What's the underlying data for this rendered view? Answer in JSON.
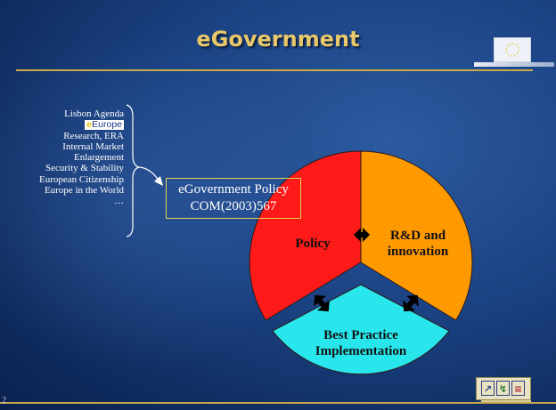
{
  "slide": {
    "title": "eGovernment",
    "page_number": "2"
  },
  "context_list": {
    "items": [
      "Lisbon Agenda",
      "Research, ERA",
      "Internal Market",
      "Enlargement",
      "Security & Stability",
      "European Citizenship",
      "Europe in the World",
      "…"
    ],
    "eeurope_badge": {
      "prefix": "e",
      "rest": "Europe"
    }
  },
  "policy_box": {
    "line1": "eGovernment Policy",
    "line2": "COM(2003)567"
  },
  "diagram": {
    "segments": [
      {
        "label": "Policy",
        "color": "#ff1a1a"
      },
      {
        "label_line1": "R&D and",
        "label_line2": "innovation",
        "color": "#ff9900"
      },
      {
        "label_line1": "Best Practice",
        "label_line2": "Implementation",
        "color": "#29e6ec"
      }
    ]
  },
  "colors": {
    "background": "#1b4283",
    "title": "#e8c86a",
    "rule": "#c9a948",
    "box_border": "#e5d24b"
  }
}
